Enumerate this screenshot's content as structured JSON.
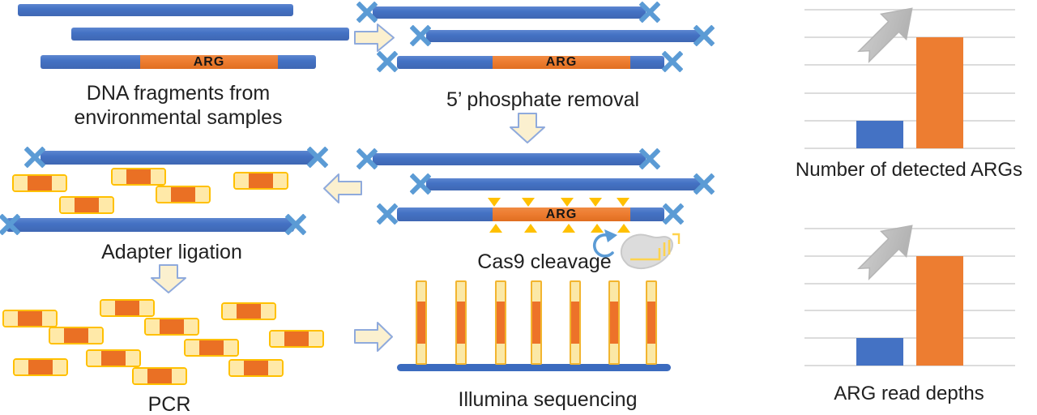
{
  "figure": {
    "arg_label": "ARG",
    "steps": [
      {
        "id": "dna-fragments",
        "label": "DNA fragments from environmental samples"
      },
      {
        "id": "phosphate-removal",
        "label": "5’ phosphate removal"
      },
      {
        "id": "cas9-cleavage",
        "label": "Cas9 cleavage"
      },
      {
        "id": "adapter-ligation",
        "label": "Adapter ligation"
      },
      {
        "id": "pcr",
        "label": "PCR"
      },
      {
        "id": "illumina-sequencing",
        "label": "Illumina sequencing"
      }
    ],
    "icons": {
      "blocked_end_x": "✕",
      "flow_arrow_right": "⇨",
      "flow_arrow_down": "⇩",
      "flow_arrow_left": "⇦",
      "cleavage_site_triangle": "▲",
      "cas9_protein": "gray bean shape with yellow guide-RNA lines",
      "increase_arrow": "↗"
    },
    "colors": {
      "dna_blue": "#4472C4",
      "arg_orange": "#ED7D31",
      "adapter_cream": "#FFE9A8",
      "adapter_border": "#FFC000",
      "adapter_core_orange": "#EA7024",
      "x_mark_blue": "#5B9BD5",
      "flow_arrow_fill": "#FBF0CF",
      "flow_arrow_border": "#8FAADC",
      "triangle_amber": "#FFC000",
      "cas9_gray": "#DCDCDC",
      "guide_rna_yellow": "#FFD34D",
      "increase_arrow_gray": "#C0C0C0",
      "gridline_gray": "#DCDCDC",
      "text_dark": "#212121"
    }
  },
  "chart_data": [
    {
      "type": "bar",
      "title": "Number of detected ARGs",
      "categories": [
        "",
        ""
      ],
      "values": [
        1,
        4
      ],
      "bar_colors": [
        "#4472C4",
        "#ED7D31"
      ],
      "ylim": [
        0,
        5
      ],
      "gridlines": 6,
      "grid": true,
      "annotation": "gray increase arrow pointing up-right"
    },
    {
      "type": "bar",
      "title": "ARG read depths",
      "categories": [
        "",
        ""
      ],
      "values": [
        1,
        4
      ],
      "bar_colors": [
        "#4472C4",
        "#ED7D31"
      ],
      "ylim": [
        0,
        5
      ],
      "gridlines": 6,
      "grid": true,
      "annotation": "gray increase arrow pointing up-right"
    }
  ]
}
